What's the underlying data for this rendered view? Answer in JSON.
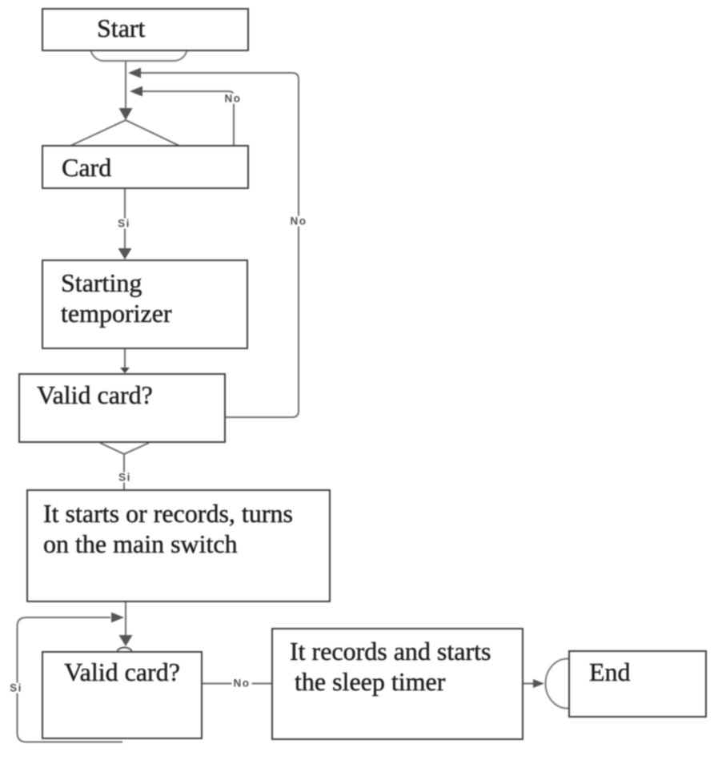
{
  "diagram": {
    "type": "flowchart",
    "background": "#ffffff",
    "box_border_color": "#3d3d3d",
    "connector_color": "#6b6b6b",
    "text_color": "#1c1c1c",
    "label_color": "#4d4d4d"
  },
  "nodes": {
    "start": {
      "label": "Start"
    },
    "card": {
      "label": "Card"
    },
    "temporizer": {
      "line1": "Starting",
      "line2": "temporizer"
    },
    "valid1": {
      "label": "Valid card?"
    },
    "main_switch": {
      "line1": "It starts or records, turns",
      "line2": "on the main switch"
    },
    "valid2": {
      "label": "Valid card?"
    },
    "sleep_timer": {
      "line1": "It records and starts",
      "line2": "the sleep timer"
    },
    "end": {
      "label": "End"
    }
  },
  "edge_labels": {
    "no_retry": "No",
    "no_invalid": "No",
    "si_card": "Si",
    "si_valid": "Si",
    "si_loop": "Si",
    "no_sleep": "No"
  }
}
